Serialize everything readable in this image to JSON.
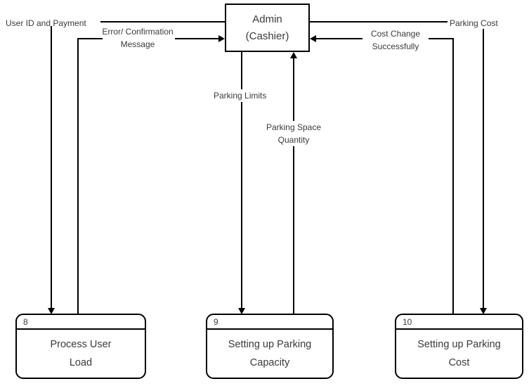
{
  "diagram": {
    "entity": {
      "line1": "Admin",
      "line2": "(Cashier)"
    },
    "processes": [
      {
        "number": "8",
        "line1": "Process User",
        "line2": "Load"
      },
      {
        "number": "9",
        "line1": "Setting up Parking",
        "line2": "Capacity"
      },
      {
        "number": "10",
        "line1": "Setting up Parking",
        "line2": "Cost"
      }
    ],
    "flow_labels": {
      "user_id_payment": "User ID and Payment",
      "error_confirmation_line1": "Error/ Confirmation",
      "error_confirmation_line2": "Message",
      "parking_limits": "Parking Limits",
      "parking_space_line1": "Parking Space",
      "parking_space_line2": "Quantity",
      "cost_change_line1": "Cost Change",
      "cost_change_line2": "Successfully",
      "parking_cost": "Parking Cost"
    },
    "colors": {
      "line": "#000000",
      "text": "#3a3a3a",
      "background": "#ffffff"
    }
  }
}
